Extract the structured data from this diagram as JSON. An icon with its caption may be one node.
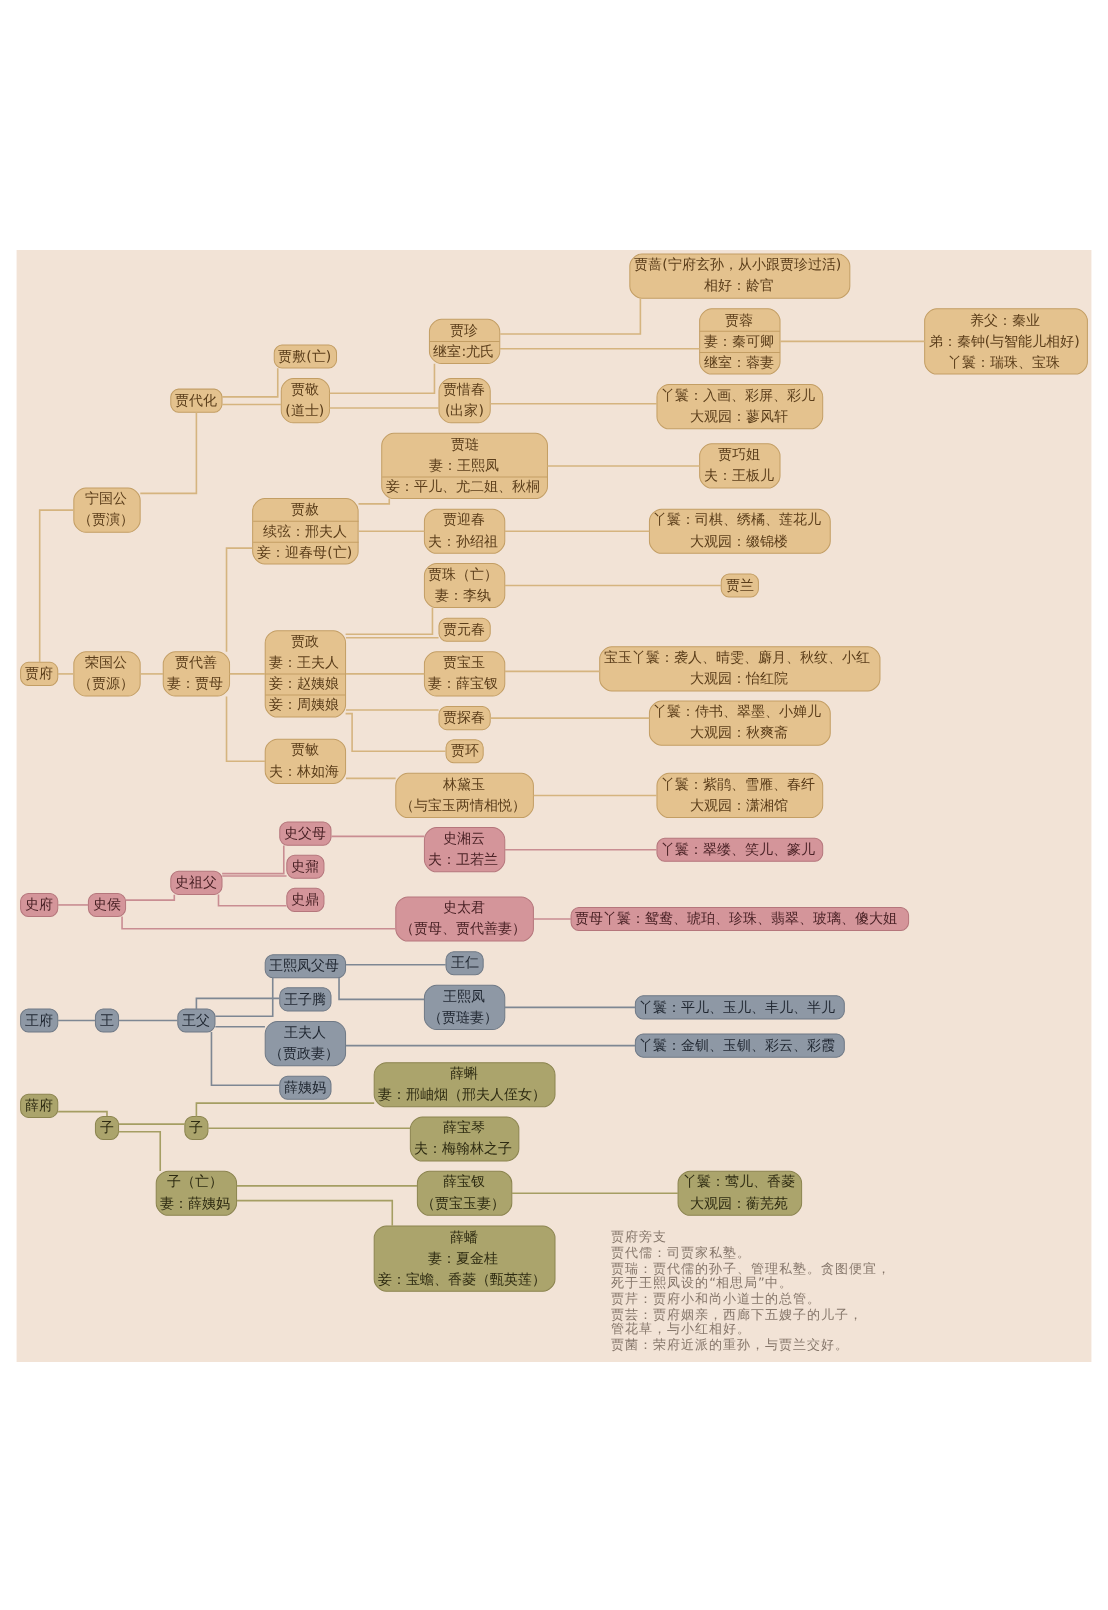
{
  "diagram": {
    "nodes": [
      {
        "text": [
          "贾府"
        ]
      },
      {
        "text": [
          "宁国公",
          "（贾演）"
        ]
      },
      {
        "text": [
          "贾代化"
        ]
      },
      {
        "text": [
          "贾敷(亡)"
        ]
      },
      {
        "text": [
          "贾敬",
          "(道士)"
        ]
      },
      {
        "text": [
          "贾珍",
          "继室:尤氏"
        ]
      },
      {
        "text": [
          "贾蔷(宁府玄孙，从小跟贾珍过活)",
          "相好：龄官"
        ]
      },
      {
        "text": [
          "贾蓉",
          "妻：秦可卿",
          "继室：蓉妻"
        ]
      },
      {
        "text": [
          "养父：秦业",
          "弟：秦钟(与智能儿相好)",
          "丫鬟：瑞珠、宝珠"
        ]
      },
      {
        "text": [
          "贾惜春",
          "(出家)"
        ]
      },
      {
        "text": [
          "丫鬟：入画、彩屏、彩儿",
          "大观园：蓼风轩"
        ]
      },
      {
        "text": [
          "荣国公",
          "（贾源）"
        ]
      },
      {
        "text": [
          "贾代善",
          "妻：贾母"
        ]
      },
      {
        "text": [
          "贾赦",
          "续弦：邢夫人",
          "妾：迎春母(亡)"
        ]
      },
      {
        "text": [
          "贾琏",
          "妻：王熙凤",
          "妾：平儿、尤二姐、秋桐"
        ]
      },
      {
        "text": [
          "贾巧姐",
          "夫：王板儿"
        ]
      },
      {
        "text": [
          "贾迎春",
          "夫：孙绍祖"
        ]
      },
      {
        "text": [
          "丫鬟：司棋、绣橘、莲花儿",
          "大观园：缀锦楼"
        ]
      },
      {
        "text": [
          "贾政",
          "妻：王夫人",
          "妾：赵姨娘",
          "妾：周姨娘"
        ]
      },
      {
        "text": [
          "贾珠（亡）",
          "妻：李纨"
        ]
      },
      {
        "text": [
          "贾兰"
        ]
      },
      {
        "text": [
          "贾元春"
        ]
      },
      {
        "text": [
          "贾宝玉",
          "妻：薛宝钗"
        ]
      },
      {
        "text": [
          "宝玉丫鬟：袭人、晴雯、麝月、秋纹、小红",
          "大观园：怡红院"
        ]
      },
      {
        "text": [
          "贾探春"
        ]
      },
      {
        "text": [
          "丫鬟：侍书、翠墨、小婵儿",
          "大观园：秋爽斋"
        ]
      },
      {
        "text": [
          "贾环"
        ]
      },
      {
        "text": [
          "贾敏",
          "夫：林如海"
        ]
      },
      {
        "text": [
          "林黛玉",
          "（与宝玉两情相悦）"
        ]
      },
      {
        "text": [
          "丫鬟：紫鹃、雪雁、春纤",
          "大观园：潇湘馆"
        ]
      },
      {
        "text": [
          "史府"
        ]
      },
      {
        "text": [
          "史侯"
        ]
      },
      {
        "text": [
          "史祖父"
        ]
      },
      {
        "text": [
          "史父母"
        ]
      },
      {
        "text": [
          "史湘云",
          "夫：卫若兰"
        ]
      },
      {
        "text": [
          "丫鬟：翠缕、笑儿、篆儿"
        ]
      },
      {
        "text": [
          "史鼐"
        ]
      },
      {
        "text": [
          "史鼎"
        ]
      },
      {
        "text": [
          "史太君",
          "（贾母、贾代善妻）"
        ]
      },
      {
        "text": [
          "贾母丫鬟：鸳鸯、琥珀、珍珠、翡翠、玻璃、傻大姐"
        ]
      },
      {
        "text": [
          "王府"
        ]
      },
      {
        "text": [
          "王"
        ]
      },
      {
        "text": [
          "王父"
        ]
      },
      {
        "text": [
          "王熙凤父母"
        ]
      },
      {
        "text": [
          "王仁"
        ]
      },
      {
        "text": [
          "王熙凤",
          "（贾琏妻）"
        ]
      },
      {
        "text": [
          "丫鬟：平儿、玉儿、丰儿、半儿"
        ]
      },
      {
        "text": [
          "王子腾"
        ]
      },
      {
        "text": [
          "王夫人",
          "（贾政妻）"
        ]
      },
      {
        "text": [
          "丫鬟：金钏、玉钏、彩云、彩霞"
        ]
      },
      {
        "text": [
          "薛姨妈"
        ]
      },
      {
        "text": [
          "薛府"
        ]
      },
      {
        "text": [
          "子"
        ]
      },
      {
        "text": [
          "子"
        ]
      },
      {
        "text": [
          "薛蝌",
          "妻：邢岫烟（邢夫人侄女）"
        ]
      },
      {
        "text": [
          "薛宝琴",
          "夫：梅翰林之子"
        ]
      },
      {
        "text": [
          "子（亡）",
          "妻：薛姨妈"
        ]
      },
      {
        "text": [
          "薛宝钗",
          "（贾宝玉妻）"
        ]
      },
      {
        "text": [
          "丫鬟：莺儿、香菱",
          "大观园：蘅芜苑"
        ]
      },
      {
        "text": [
          "薛蟠",
          "妻：夏金桂",
          "妾：宝蟾、香菱（甄英莲）"
        ]
      }
    ],
    "edges": [
      {
        "from": 0,
        "to": 1,
        "arrow": "none"
      },
      {
        "from": 0,
        "to": 11,
        "arrow": "none"
      },
      {
        "from": 1,
        "to": 2,
        "arrow": "none"
      },
      {
        "from": 2,
        "to": 3,
        "arrow": "none"
      },
      {
        "from": 2,
        "to": 4,
        "arrow": "none"
      },
      {
        "from": 4,
        "to": 5,
        "arrow": "none"
      },
      {
        "from": 4,
        "to": 9,
        "arrow": "none"
      },
      {
        "from": 5,
        "to": 6,
        "arrow": "none"
      },
      {
        "from": 5,
        "to": 7,
        "arrow": "none"
      },
      {
        "from": 7,
        "to": 8,
        "arrow": "none"
      },
      {
        "from": 9,
        "to": 10,
        "arrow": "none"
      },
      {
        "from": 11,
        "to": 12,
        "arrow": "none"
      },
      {
        "from": 12,
        "to": 13,
        "arrow": "none"
      },
      {
        "from": 12,
        "to": 18,
        "arrow": "none"
      },
      {
        "from": 12,
        "to": 27,
        "arrow": "none"
      },
      {
        "from": 13,
        "to": 14,
        "arrow": "none"
      },
      {
        "from": 13,
        "to": 16,
        "arrow": "none"
      },
      {
        "from": 14,
        "to": 15,
        "arrow": "none"
      },
      {
        "from": 16,
        "to": 17,
        "arrow": "none"
      },
      {
        "from": 18,
        "to": 19,
        "arrow": "none"
      },
      {
        "from": 18,
        "to": 21,
        "arrow": "none"
      },
      {
        "from": 18,
        "to": 22,
        "arrow": "none"
      },
      {
        "from": 18,
        "to": 24,
        "arrow": "none"
      },
      {
        "from": 18,
        "to": 26,
        "arrow": "none"
      },
      {
        "from": 19,
        "to": 20,
        "arrow": "none"
      },
      {
        "from": 22,
        "to": 23,
        "arrow": "none"
      },
      {
        "from": 24,
        "to": 25,
        "arrow": "none"
      },
      {
        "from": 27,
        "to": 28,
        "arrow": "none"
      },
      {
        "from": 28,
        "to": 29,
        "arrow": "none"
      },
      {
        "from": 30,
        "to": 31,
        "arrow": "none",
        "color": "#c98d92"
      },
      {
        "from": 31,
        "to": 32,
        "arrow": "none",
        "color": "#c98d92"
      },
      {
        "from": 31,
        "to": 38,
        "arrow": "none",
        "color": "#c98d92"
      },
      {
        "from": 32,
        "to": 33,
        "arrow": "none",
        "color": "#c98d92"
      },
      {
        "from": 32,
        "to": 36,
        "arrow": "none",
        "color": "#c98d92"
      },
      {
        "from": 32,
        "to": 37,
        "arrow": "none",
        "color": "#c98d92"
      },
      {
        "from": 33,
        "to": 34,
        "arrow": "none",
        "color": "#c98d92"
      },
      {
        "from": 34,
        "to": 35,
        "arrow": "none",
        "color": "#c98d92"
      },
      {
        "from": 38,
        "to": 39,
        "arrow": "none",
        "color": "#c98d92"
      },
      {
        "from": 40,
        "to": 41,
        "arrow": "none",
        "color": "#7e8793"
      },
      {
        "from": 41,
        "to": 42,
        "arrow": "none",
        "color": "#7e8793"
      },
      {
        "from": 42,
        "to": 43,
        "arrow": "none",
        "color": "#7e8793"
      },
      {
        "from": 42,
        "to": 47,
        "arrow": "none",
        "color": "#7e8793"
      },
      {
        "from": 42,
        "to": 48,
        "arrow": "none",
        "color": "#7e8793"
      },
      {
        "from": 42,
        "to": 50,
        "arrow": "none",
        "color": "#7e8793"
      },
      {
        "from": 43,
        "to": 44,
        "arrow": "none",
        "color": "#7e8793"
      },
      {
        "from": 43,
        "to": 45,
        "arrow": "none",
        "color": "#7e8793"
      },
      {
        "from": 45,
        "to": 46,
        "arrow": "none",
        "color": "#7e8793"
      },
      {
        "from": 48,
        "to": 49,
        "arrow": "none",
        "color": "#7e8793"
      },
      {
        "from": 51,
        "to": 52,
        "arrow": "none",
        "color": "#a59e63"
      },
      {
        "from": 52,
        "to": 53,
        "arrow": "none",
        "color": "#a59e63"
      },
      {
        "from": 52,
        "to": 56,
        "arrow": "none",
        "color": "#a59e63"
      },
      {
        "from": 53,
        "to": 54,
        "arrow": "none",
        "color": "#a59e63"
      },
      {
        "from": 53,
        "to": 55,
        "arrow": "none",
        "color": "#a59e63"
      },
      {
        "from": 56,
        "to": 57,
        "arrow": "none",
        "color": "#a59e63"
      },
      {
        "from": 56,
        "to": 59,
        "arrow": "none",
        "color": "#a59e63"
      },
      {
        "from": 57,
        "to": 58,
        "arrow": "none",
        "color": "#a59e63"
      }
    ],
    "labels": [
      "贾府旁支",
      "贾代儒：司贾家私塾。",
      "贾瑞：贾代儒的孙子、管理私塾。贪图便宜，死于王熙凤设的“相思局”中。",
      "贾芹：贾府小和尚小道士的总管。",
      "贾芸：贾府姻亲，西廊下五嫂子的儿子，管花草，与小红相好。",
      "贾菌：荣府近派的重孙，与贾兰交好。"
    ]
  }
}
